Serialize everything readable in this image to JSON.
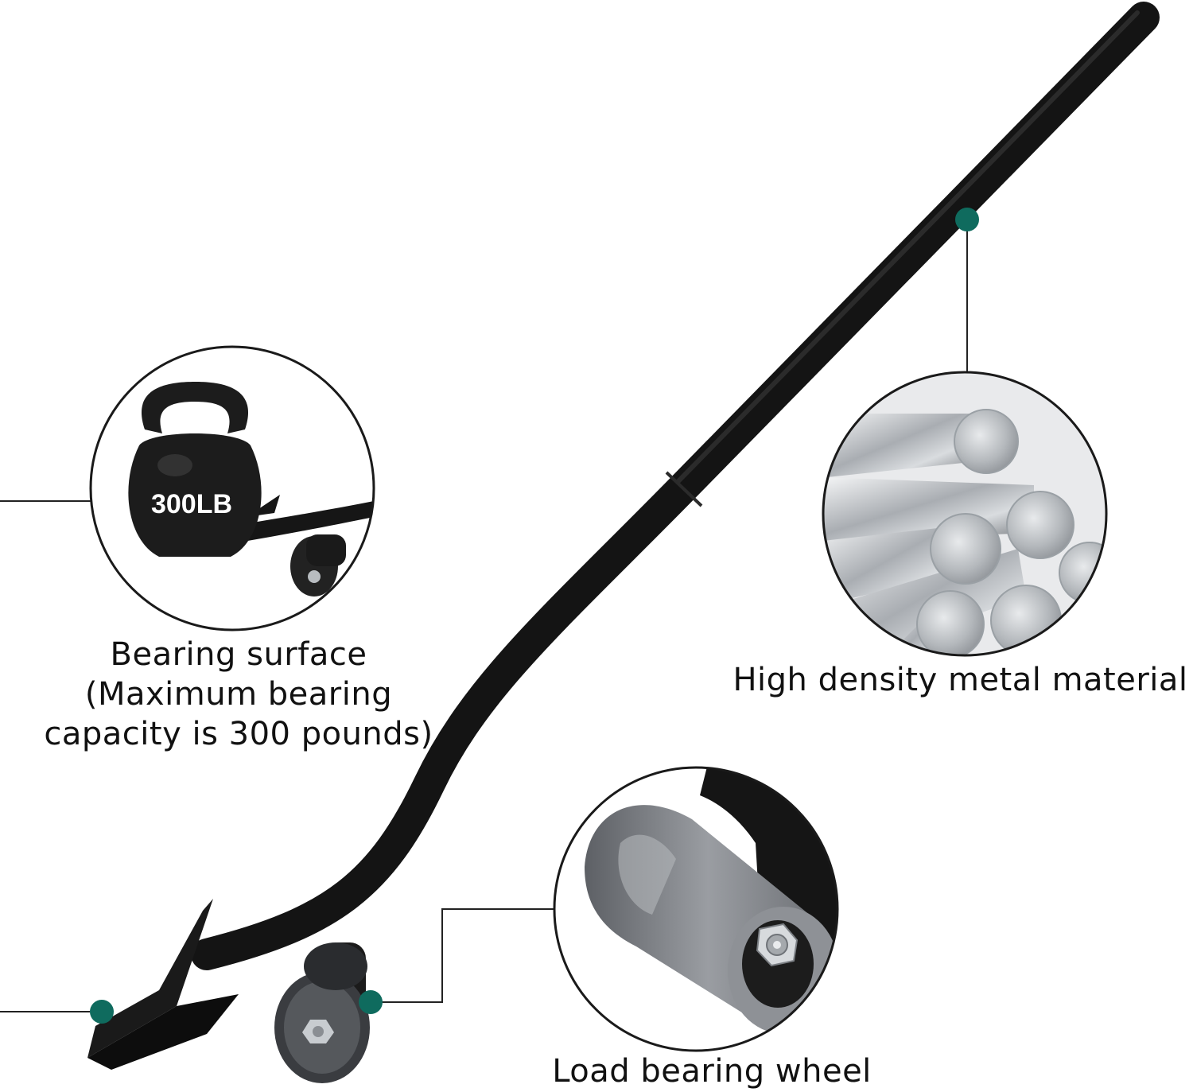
{
  "image": {
    "kettlebell_text": "300LB"
  },
  "callouts": {
    "bearing_surface": {
      "line1": "Bearing surface",
      "line2": "(Maximum bearing",
      "line3": "capacity is 300 pounds)"
    },
    "metal_material": {
      "text": "High density metal material"
    },
    "load_wheel": {
      "text": "Load bearing wheel"
    }
  },
  "colors": {
    "bar": "#141414",
    "dot": "#0f6b5e",
    "line": "#222222",
    "wheel_grey": "#8a8d92",
    "metal": "#b9bdc2"
  }
}
